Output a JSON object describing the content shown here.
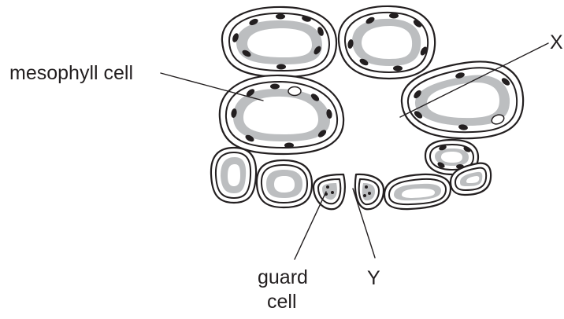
{
  "diagram": {
    "labels": {
      "mesophyll": "mesophyll cell",
      "x": "X",
      "y": "Y",
      "guard_line1": "guard",
      "guard_line2": "cell"
    },
    "colors": {
      "outline": "#231f20",
      "cytoplasm": "#bcbec0",
      "chloroplast": "#231f20",
      "vacuole": "#ffffff",
      "background": "#ffffff"
    }
  }
}
